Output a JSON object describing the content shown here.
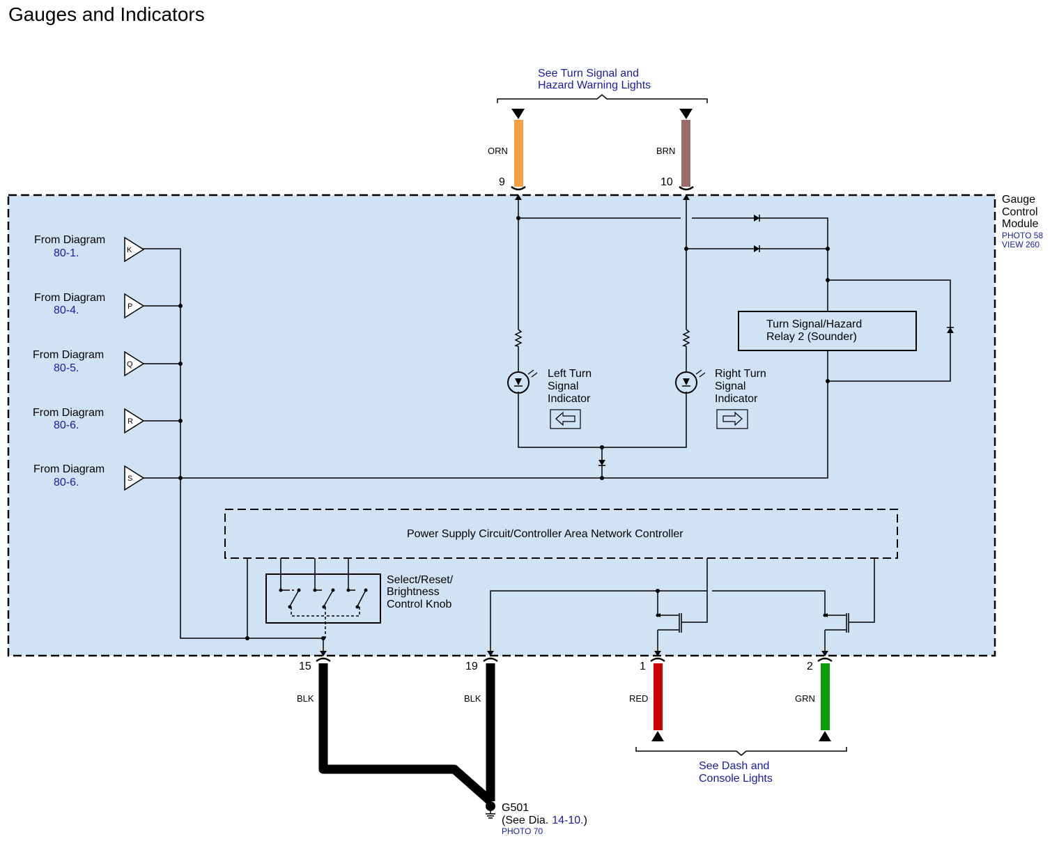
{
  "page_title": "Gauges and Indicators",
  "top_ref": {
    "line1": "See Turn Signal and",
    "line2": "Hazard Warning Lights"
  },
  "bottom_ref": {
    "line1": "See Dash and",
    "line2": "Console Lights"
  },
  "module": {
    "line1": "Gauge",
    "line2": "Control",
    "line3": "Module",
    "photo": "PHOTO 58",
    "view": "VIEW 260"
  },
  "from_diagrams": [
    {
      "prefix": "From Diagram",
      "ref": "80-1.",
      "letter": "K"
    },
    {
      "prefix": "From Diagram",
      "ref": "80-4.",
      "letter": "P"
    },
    {
      "prefix": "From Diagram",
      "ref": "80-5.",
      "letter": "Q"
    },
    {
      "prefix": "From Diagram",
      "ref": "80-6.",
      "letter": "R"
    },
    {
      "prefix": "From Diagram",
      "ref": "80-6.",
      "letter": "S"
    }
  ],
  "wires": {
    "pin9": {
      "pin": "9",
      "color_label": "ORN",
      "color": "#f7a040"
    },
    "pin10": {
      "pin": "10",
      "color_label": "BRN",
      "color": "#9b6b68"
    },
    "pin15": {
      "pin": "15",
      "color_label": "BLK",
      "color": "#000000"
    },
    "pin19": {
      "pin": "19",
      "color_label": "BLK",
      "color": "#000000"
    },
    "pin1": {
      "pin": "1",
      "color_label": "RED",
      "color": "#cc0000"
    },
    "pin2": {
      "pin": "2",
      "color_label": "GRN",
      "color": "#0a9a0a"
    }
  },
  "relay": {
    "line1": "Turn Signal/Hazard",
    "line2": "Relay 2 (Sounder)"
  },
  "left_indicator": {
    "line1": "Left Turn",
    "line2": "Signal",
    "line3": "Indicator"
  },
  "right_indicator": {
    "line1": "Right Turn",
    "line2": "Signal",
    "line3": "Indicator"
  },
  "power_supply": "Power Supply Circuit/Controller Area Network Controller",
  "knob": {
    "line1": "Select/Reset/",
    "line2": "Brightness",
    "line3": "Control Knob"
  },
  "ground": {
    "name": "G501",
    "see_prefix": "(See",
    "dia_word": "Dia.",
    "dia_ref": "14-10.",
    "close": ")",
    "photo": "PHOTO 70"
  },
  "colors": {
    "module_fill": "#d0e3f5",
    "link_text": "#1a1aa6"
  }
}
